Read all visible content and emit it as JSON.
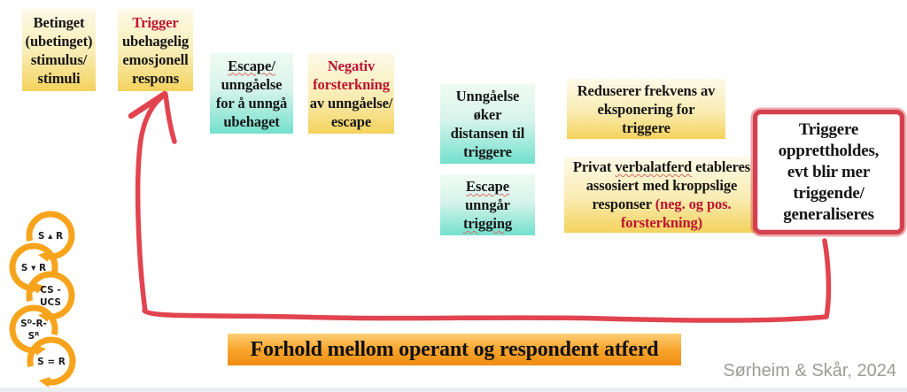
{
  "title": {
    "text": "Forhold mellom operant og respondent atferd"
  },
  "citation": {
    "text": "Sørheim & Skår, 2024"
  },
  "colors": {
    "yellow_box_top": "#fdfae9",
    "yellow_box_bottom": "#f4d25c",
    "teal_box_top": "#effbf5",
    "teal_box_bottom": "#73e0ce",
    "red_emphasis_text": "#bd1331",
    "crayon_red": "#e2444f",
    "ring_orange": "#f7a41c",
    "title_bar_top": "#ffcf74",
    "title_bar_bottom": "#f08d10",
    "citation_gray": "#9b9b97"
  },
  "icons": {
    "chain_rings": "circular-arrow-chain",
    "crayon_arrow": "hand-drawn-up-arrow",
    "crayon_connector": "hand-drawn-connector-line"
  },
  "boxes": {
    "betinget": {
      "line1": "Betinget",
      "line2": "(ubetinget)",
      "line3": "stimulus/",
      "line4": "stimuli"
    },
    "trigger": {
      "line1": "Trigger",
      "line2": "ubehagelig",
      "line3": "emosjonell",
      "line4": "respons"
    },
    "escape_avoidance": {
      "line1": "Escape/",
      "line2": "unngåelse",
      "line3": "for å unngå",
      "line4": "ubehaget"
    },
    "negativ": {
      "line1": "Negativ",
      "line2": "forsterkning",
      "line3": "av unngåelse/",
      "line4": "escape"
    },
    "unngaelse_oker": {
      "line1": "Unngåelse",
      "line2": "øker",
      "line3": "distansen til",
      "line4": "triggere"
    },
    "escape_unngar": {
      "line1": "Escape",
      "line2": "unngår",
      "line3": "trigging"
    },
    "reduserer": {
      "line1": "Reduserer frekvens av",
      "line2": "eksponering for",
      "line3": "triggere"
    },
    "privat": {
      "seg1": "Privat ",
      "seg2": "verbalatferd",
      "seg3": " etableres",
      "line2": "assosiert med kroppslige",
      "seg4": "responser ",
      "seg5": "(neg. og pos.",
      "seg6": "forsterkning)"
    },
    "outcome": {
      "line1": "Triggere",
      "line2": "opprettholdes,",
      "line3": "evt blir mer",
      "line4": "triggende/",
      "line5": "generaliseres"
    }
  },
  "chain": {
    "items": [
      {
        "l1": "S ▴ R"
      },
      {
        "l1": "S ▾ R"
      },
      {
        "l1": "CS -",
        "l2": "UCS"
      },
      {
        "l1": "Sᴰ-R-",
        "l2": "Sᴿ"
      },
      {
        "l1": "S = R"
      }
    ]
  }
}
